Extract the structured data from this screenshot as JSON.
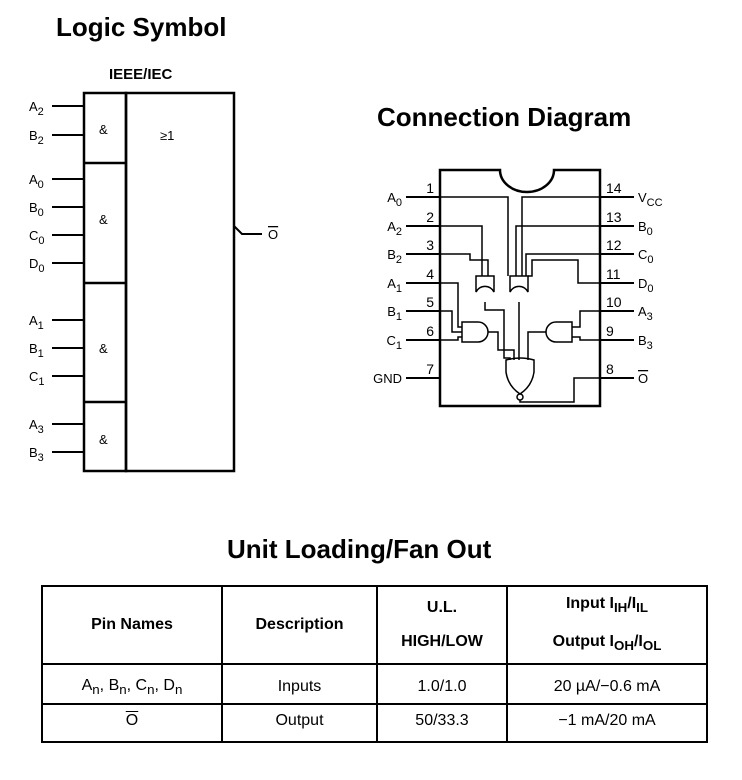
{
  "logic_symbol": {
    "title": "Logic Symbol",
    "standard": "IEEE/IEC",
    "or_symbol": "≥1",
    "and_symbol": "&",
    "output_label": "O",
    "groups": [
      {
        "inputs": [
          {
            "b": "A",
            "s": "2"
          },
          {
            "b": "B",
            "s": "2"
          }
        ]
      },
      {
        "inputs": [
          {
            "b": "A",
            "s": "0"
          },
          {
            "b": "B",
            "s": "0"
          },
          {
            "b": "C",
            "s": "0"
          },
          {
            "b": "D",
            "s": "0"
          }
        ]
      },
      {
        "inputs": [
          {
            "b": "A",
            "s": "1"
          },
          {
            "b": "B",
            "s": "1"
          },
          {
            "b": "C",
            "s": "1"
          }
        ]
      },
      {
        "inputs": [
          {
            "b": "A",
            "s": "3"
          },
          {
            "b": "B",
            "s": "3"
          }
        ]
      }
    ]
  },
  "connection_diagram": {
    "title": "Connection Diagram",
    "left_pins": [
      {
        "num": "1",
        "b": "A",
        "s": "0"
      },
      {
        "num": "2",
        "b": "A",
        "s": "2"
      },
      {
        "num": "3",
        "b": "B",
        "s": "2"
      },
      {
        "num": "4",
        "b": "A",
        "s": "1"
      },
      {
        "num": "5",
        "b": "B",
        "s": "1"
      },
      {
        "num": "6",
        "b": "C",
        "s": "1"
      },
      {
        "num": "7",
        "b": "GND",
        "s": ""
      }
    ],
    "right_pins": [
      {
        "num": "14",
        "b": "V",
        "s": "CC"
      },
      {
        "num": "13",
        "b": "B",
        "s": "0"
      },
      {
        "num": "12",
        "b": "C",
        "s": "0"
      },
      {
        "num": "11",
        "b": "D",
        "s": "0"
      },
      {
        "num": "10",
        "b": "A",
        "s": "3"
      },
      {
        "num": "9",
        "b": "B",
        "s": "3"
      },
      {
        "num": "8",
        "b": "O",
        "s": "",
        "overline": true
      }
    ]
  },
  "unit_loading": {
    "title": "Unit Loading/Fan Out",
    "headers": {
      "pin_names": "Pin Names",
      "description": "Description",
      "ul_top": "U.L.",
      "ul_bottom": "HIGH/LOW",
      "input_label": "Input I",
      "input_sub1": "IH",
      "input_sep": "/I",
      "input_sub2": "IL",
      "output_label": "Output I",
      "output_sub1": "OH",
      "output_sep": "/I",
      "output_sub2": "OL"
    },
    "rows": [
      {
        "pins": [
          {
            "b": "A",
            "s": "n"
          },
          {
            "b": "B",
            "s": "n"
          },
          {
            "b": "C",
            "s": "n"
          },
          {
            "b": "D",
            "s": "n"
          }
        ],
        "description": "Inputs",
        "ul": "1.0/1.0",
        "current": "20 µA/−0.6 mA"
      },
      {
        "pin_overline": "O",
        "description": "Output",
        "ul": "50/33.3",
        "current": "−1 mA/20 mA"
      }
    ]
  }
}
